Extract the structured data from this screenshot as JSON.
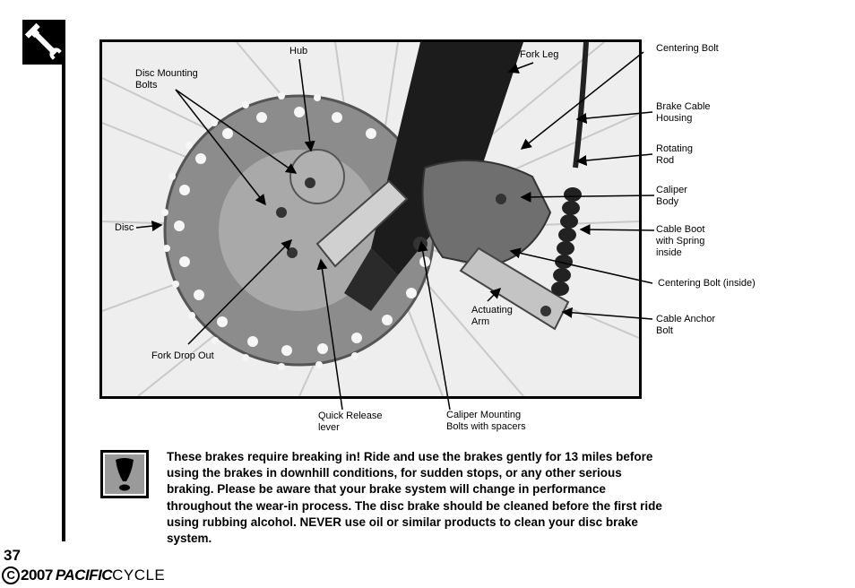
{
  "callouts": {
    "hub": "Hub",
    "disc_mounting_bolts": "Disc Mounting\nBolts",
    "fork_leg": "Fork Leg",
    "centering_bolt": "Centering Bolt",
    "brake_cable_housing": "Brake Cable\nHousing",
    "rotating_rod": "Rotating\nRod",
    "caliper_body": "Caliper\nBody",
    "cable_boot": "Cable Boot\nwith Spring\ninside",
    "centering_bolt_inside": "Centering Bolt (inside)",
    "disc": "Disc",
    "actuating_arm": "Actuating\nArm",
    "cable_anchor_bolt": "Cable Anchor\nBolt",
    "fork_drop_out": "Fork Drop Out",
    "quick_release_lever": "Quick Release\nlever",
    "caliper_mounting_bolts": "Caliper Mounting\nBolts with spacers"
  },
  "note": {
    "icon": "caution-exclamation-icon",
    "text": "These brakes require breaking in! Ride and use the brakes gently for 13 miles before using the brakes in downhill conditions, for sudden stops, or any other serious braking. Please be aware that your brake system will change in performance throughout the wear-in process. The disc brake should be cleaned before the first ride using rubbing alcohol. NEVER use oil or similar products to clean your disc brake system."
  },
  "page": {
    "number": "37"
  },
  "footer": {
    "copyright_symbol": "C",
    "year": "2007",
    "brand_bold": "PACIFIC",
    "brand_light": "CYCLE"
  },
  "section_icon": "wrench-icon"
}
